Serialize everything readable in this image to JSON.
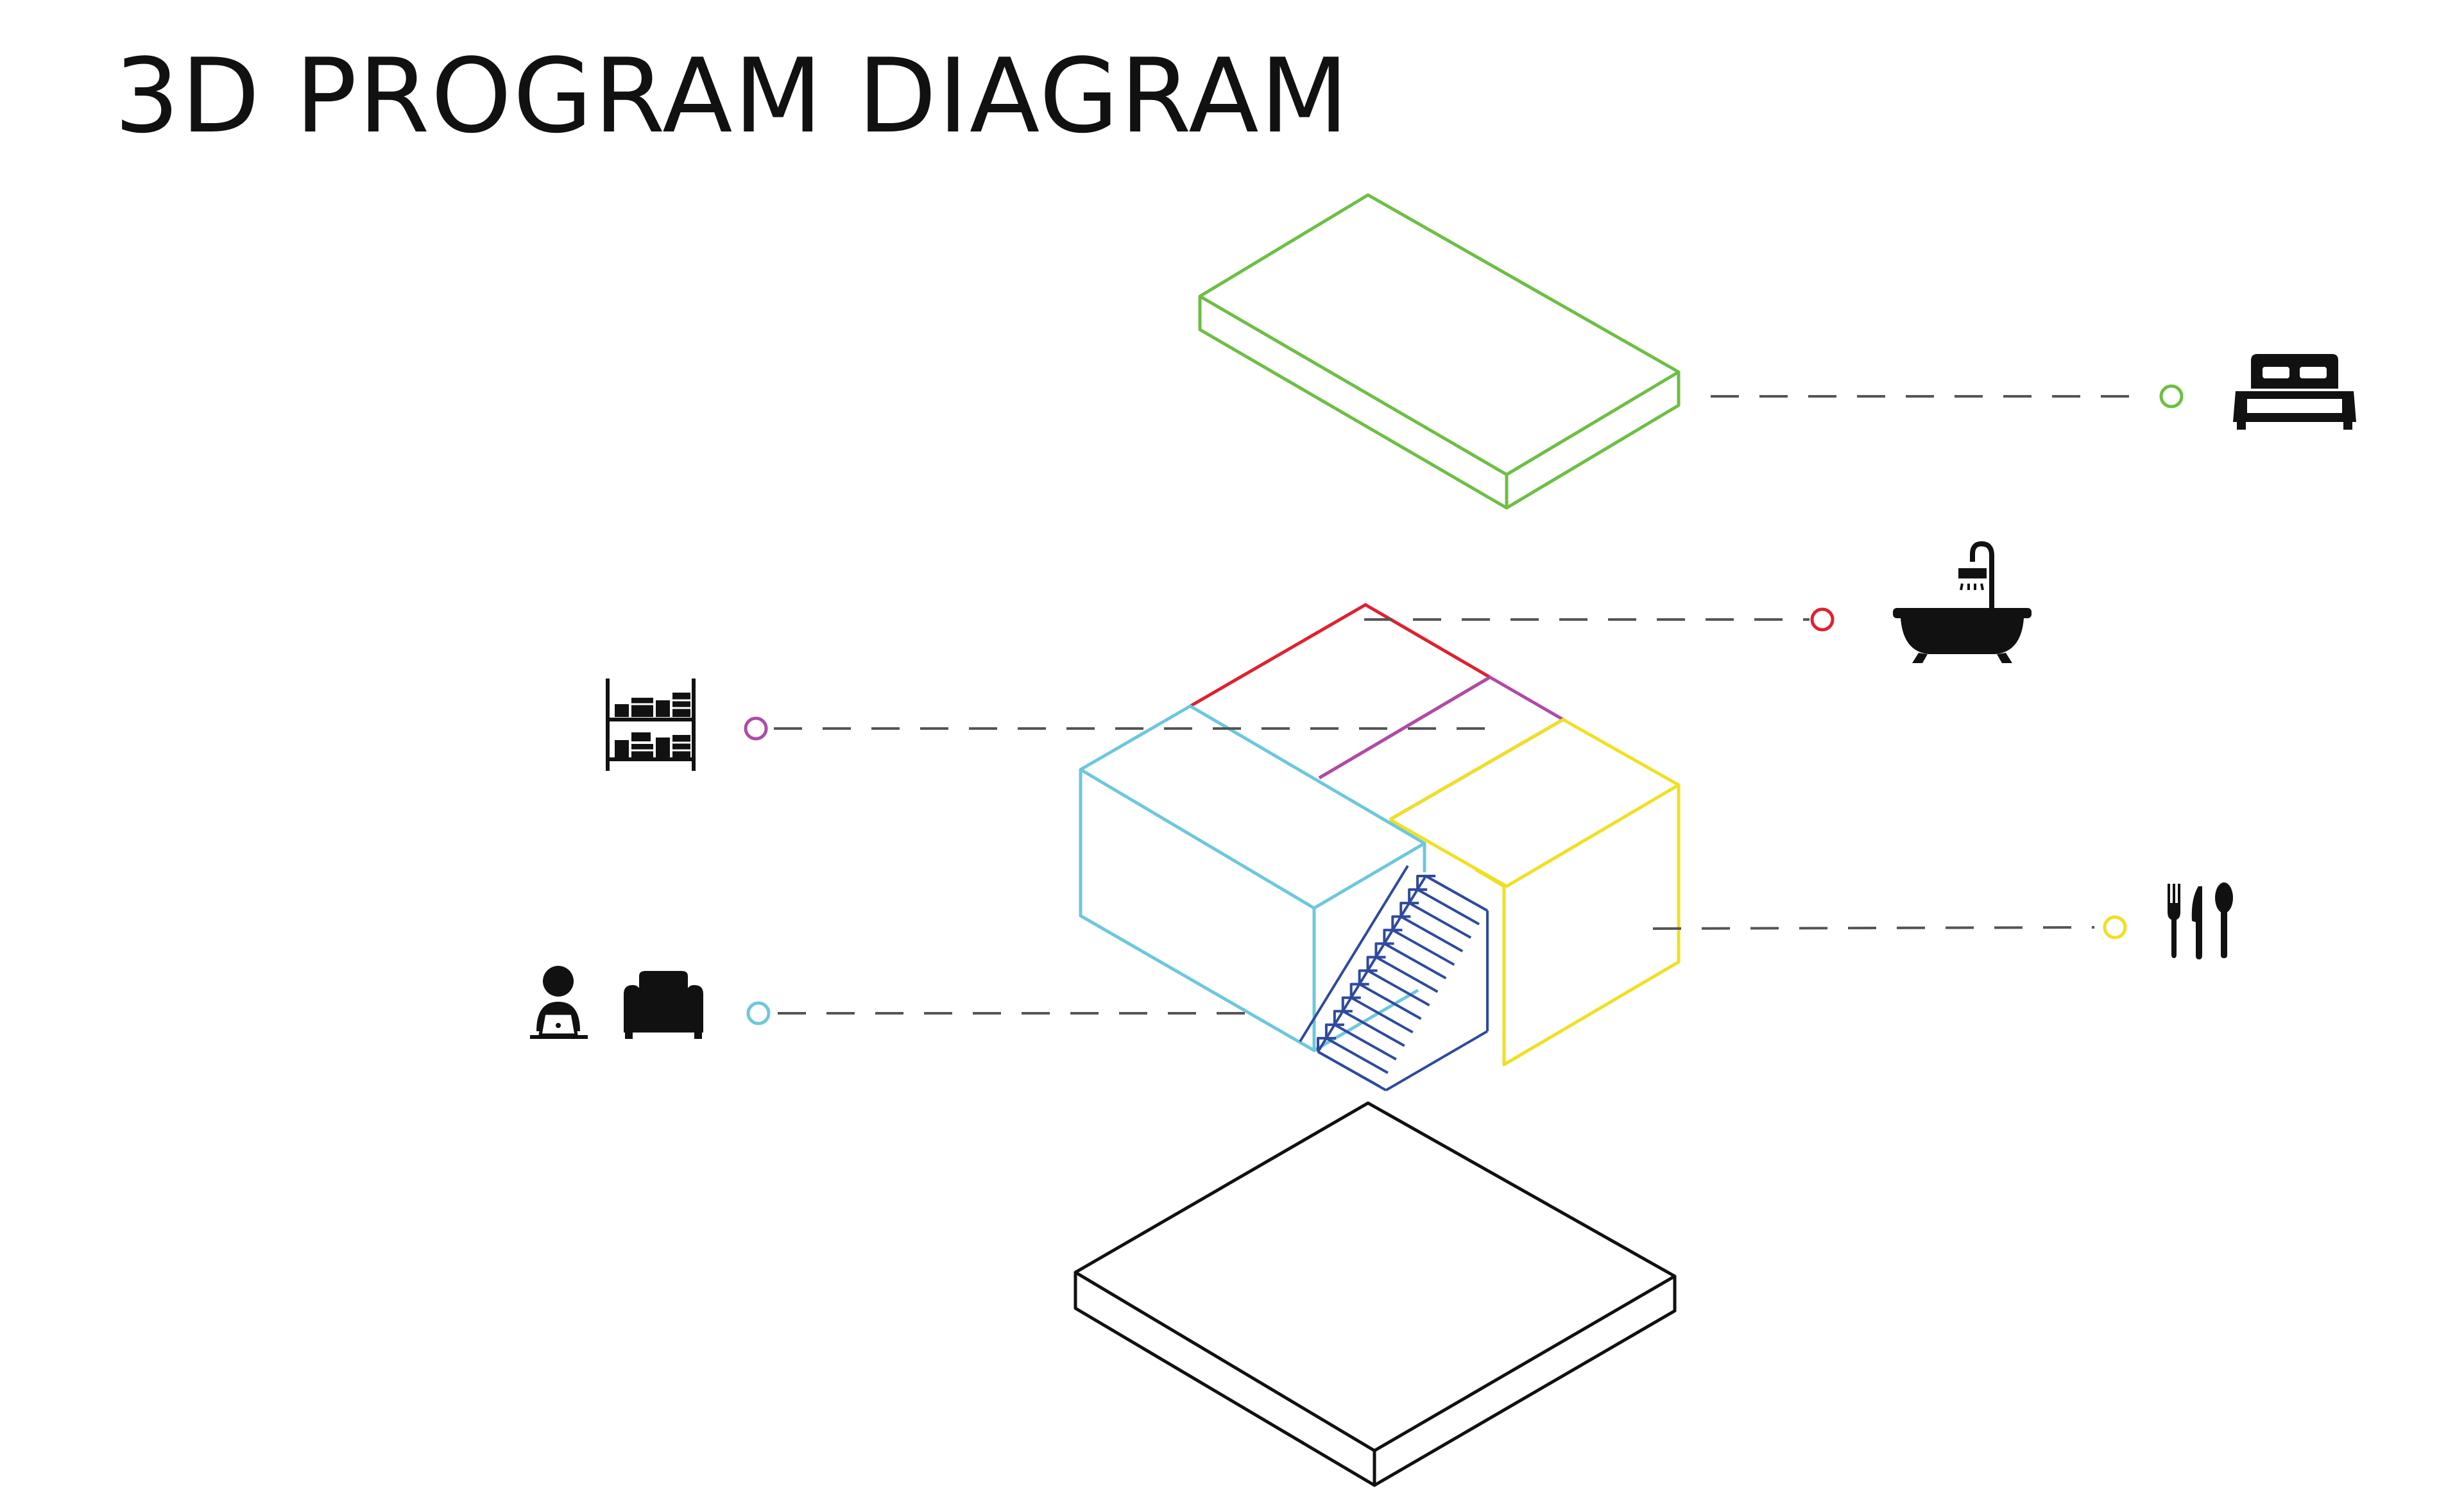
{
  "title": "3D PROGRAM DIAGRAM",
  "colors": {
    "sleeping": "#6cbf43",
    "bathroom": "#e02030",
    "library": "#b04aa8",
    "living": "#6cc8dc",
    "dining": "#f0e020",
    "stairs": "#2e4a9e",
    "base": "#111111",
    "leader": "#555555",
    "icon": "#111111"
  },
  "legend": [
    {
      "program": "sleeping",
      "icon": "bed-icon"
    },
    {
      "program": "bathroom",
      "icon": "bathtub-shower-icon"
    },
    {
      "program": "library",
      "icon": "bookshelf-icon"
    },
    {
      "program": "dining",
      "icon": "fork-knife-spoon-icon"
    },
    {
      "program": "living",
      "icons": [
        "person-with-laptop-icon",
        "armchair-icon"
      ]
    }
  ]
}
